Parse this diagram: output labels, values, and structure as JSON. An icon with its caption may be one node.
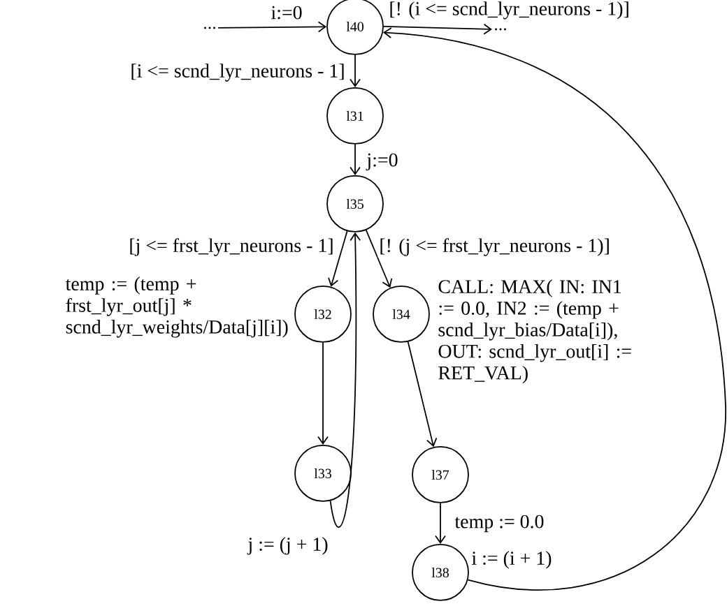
{
  "diagram": {
    "nodes": [
      {
        "text": [
          "..."
        ]
      },
      {
        "text": [
          "l40"
        ]
      },
      {
        "text": [
          "..."
        ]
      },
      {
        "text": [
          "l31"
        ]
      },
      {
        "text": [
          "l35"
        ]
      },
      {
        "text": [
          "l32"
        ]
      },
      {
        "text": [
          "l34"
        ]
      },
      {
        "text": [
          "l33"
        ]
      },
      {
        "text": [
          "l37"
        ]
      },
      {
        "text": [
          "l38"
        ]
      }
    ],
    "edges": [
      {
        "from": 0,
        "to": 1,
        "arrow": "to",
        "label": "i:=0"
      },
      {
        "from": 1,
        "to": 2,
        "arrow": "to",
        "label": "[! (i <= scnd_lyr_neurons - 1)]"
      },
      {
        "from": 1,
        "to": 3,
        "arrow": "to",
        "label": "[i <= scnd_lyr_neurons - 1]"
      },
      {
        "from": 3,
        "to": 4,
        "arrow": "to",
        "label": "j:=0"
      },
      {
        "from": 4,
        "to": 5,
        "arrow": "to",
        "label": "[j <= frst_lyr_neurons - 1]"
      },
      {
        "from": 4,
        "to": 6,
        "arrow": "to",
        "label": "[! (j <= frst_lyr_neurons - 1)]"
      },
      {
        "from": 5,
        "to": 7,
        "arrow": "to",
        "label": "temp := (temp + frst_lyr_out[j] * scnd_lyr_weights/Data[j][i])"
      },
      {
        "from": 7,
        "to": 4,
        "arrow": "to",
        "label": "j := (j + 1)"
      },
      {
        "from": 6,
        "to": 8,
        "arrow": "to",
        "label": "CALL: MAX( IN: IN1 := 0.0, IN2 := (temp + scnd_lyr_bias/Data[i]), OUT: scnd_lyr_out[i] := RET_VAL)"
      },
      {
        "from": 8,
        "to": 9,
        "arrow": "to",
        "label": "temp := 0.0"
      },
      {
        "from": 9,
        "to": 1,
        "arrow": "to",
        "label": "i := (i + 1)"
      }
    ]
  }
}
